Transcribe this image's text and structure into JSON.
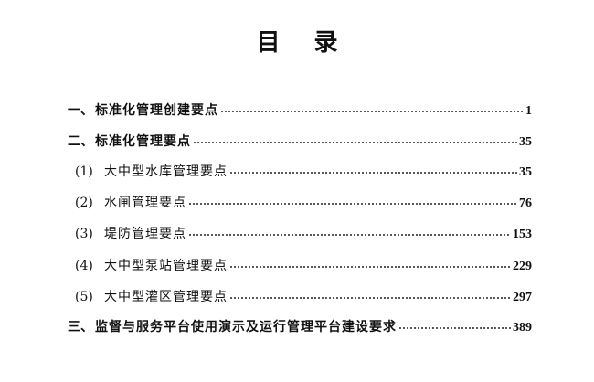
{
  "title": "目 录",
  "entries": [
    {
      "level": 1,
      "num": "一、",
      "text": "标准化管理创建要点",
      "page": "1"
    },
    {
      "level": 1,
      "num": "二、",
      "text": "标准化管理要点",
      "page": "35"
    },
    {
      "level": 2,
      "num": "(1)",
      "text": "大中型水库管理要点",
      "page": "35"
    },
    {
      "level": 2,
      "num": "(2)",
      "text": "水闸管理要点",
      "page": "76"
    },
    {
      "level": 2,
      "num": "(3)",
      "text": "堤防管理要点",
      "page": "153"
    },
    {
      "level": 2,
      "num": "(4)",
      "text": "大中型泵站管理要点",
      "page": "229"
    },
    {
      "level": 2,
      "num": "(5)",
      "text": "大中型灌区管理要点",
      "page": "297"
    },
    {
      "level": 1,
      "num": "三、",
      "text": "监督与服务平台使用演示及运行管理平台建设要求",
      "page": "389"
    }
  ]
}
